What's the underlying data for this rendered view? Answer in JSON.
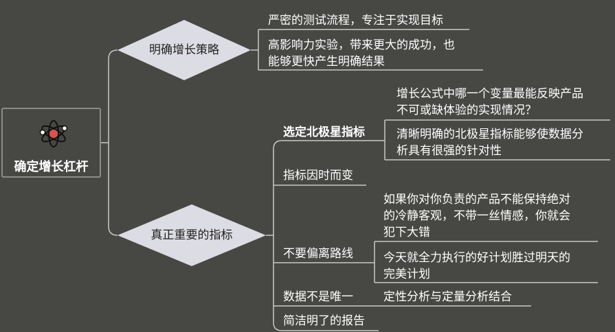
{
  "root": {
    "label": "确定增长杠杆",
    "icon": "atom-icon"
  },
  "branch1": {
    "label": "明确增长策略",
    "items": [
      "严密的测试流程，专注于实现目标",
      "高影响力实验，带来更大的成功，也",
      "能够更快产生明确结果"
    ]
  },
  "branch2": {
    "label": "真正重要的指标",
    "sub1": {
      "label": "选定北极星指标",
      "items": [
        "增长公式中哪一个变量最能反映产品",
        "不可或缺体验的实现情况？",
        "清晰明确的北极星指标能够使数据分",
        "析具有很强的针对性"
      ]
    },
    "sub2": {
      "label": "指标因时而变"
    },
    "sub3": {
      "label": "不要偏离路线",
      "items": [
        "如果你对你负责的产品不能保持绝对",
        "的冷静客观，不带一丝情感，你就会",
        "犯下大错",
        "今天就全力执行的好计划胜过明天的",
        "完美计划"
      ]
    },
    "sub4": {
      "label": "数据不是唯一",
      "items": [
        "定性分析与定量分析结合"
      ]
    },
    "sub5": {
      "label": "简洁明了的报告"
    }
  },
  "colors": {
    "background": "#474744",
    "lines": "#c8c8c4",
    "diamond": "#dcdce4",
    "atom_core": "#e05050"
  }
}
